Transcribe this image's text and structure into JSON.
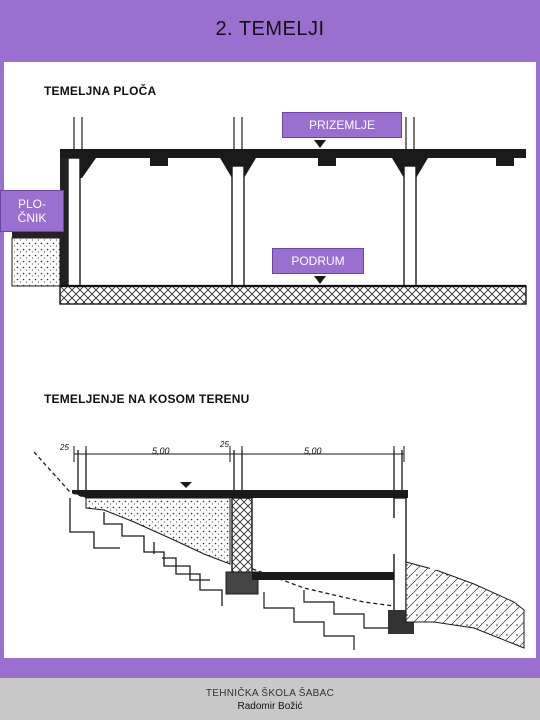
{
  "slide": {
    "title": "2. TEMELJI"
  },
  "drawing_top": {
    "heading": "TEMELJNA PLOČA",
    "labels": {
      "prizemlje": "PRIZEMLJE",
      "plocnik_line1": "PLO-",
      "plocnik_line2": "ČNIK",
      "podrum": "PODRUM"
    }
  },
  "drawing_bottom": {
    "heading": "TEMELJENJE NA KOSOM TERENU",
    "dimensions": {
      "left_edge": "25",
      "span_left": "5,00",
      "column": "25",
      "span_right": "5,00"
    }
  },
  "footer": {
    "school": "TEHNIČKA ŠKOLA ŠABAC",
    "author": "Radomir Božić"
  },
  "colors": {
    "background": "#9b6fcf",
    "sheet": "#ffffff",
    "footer": "#c8c8c8"
  }
}
